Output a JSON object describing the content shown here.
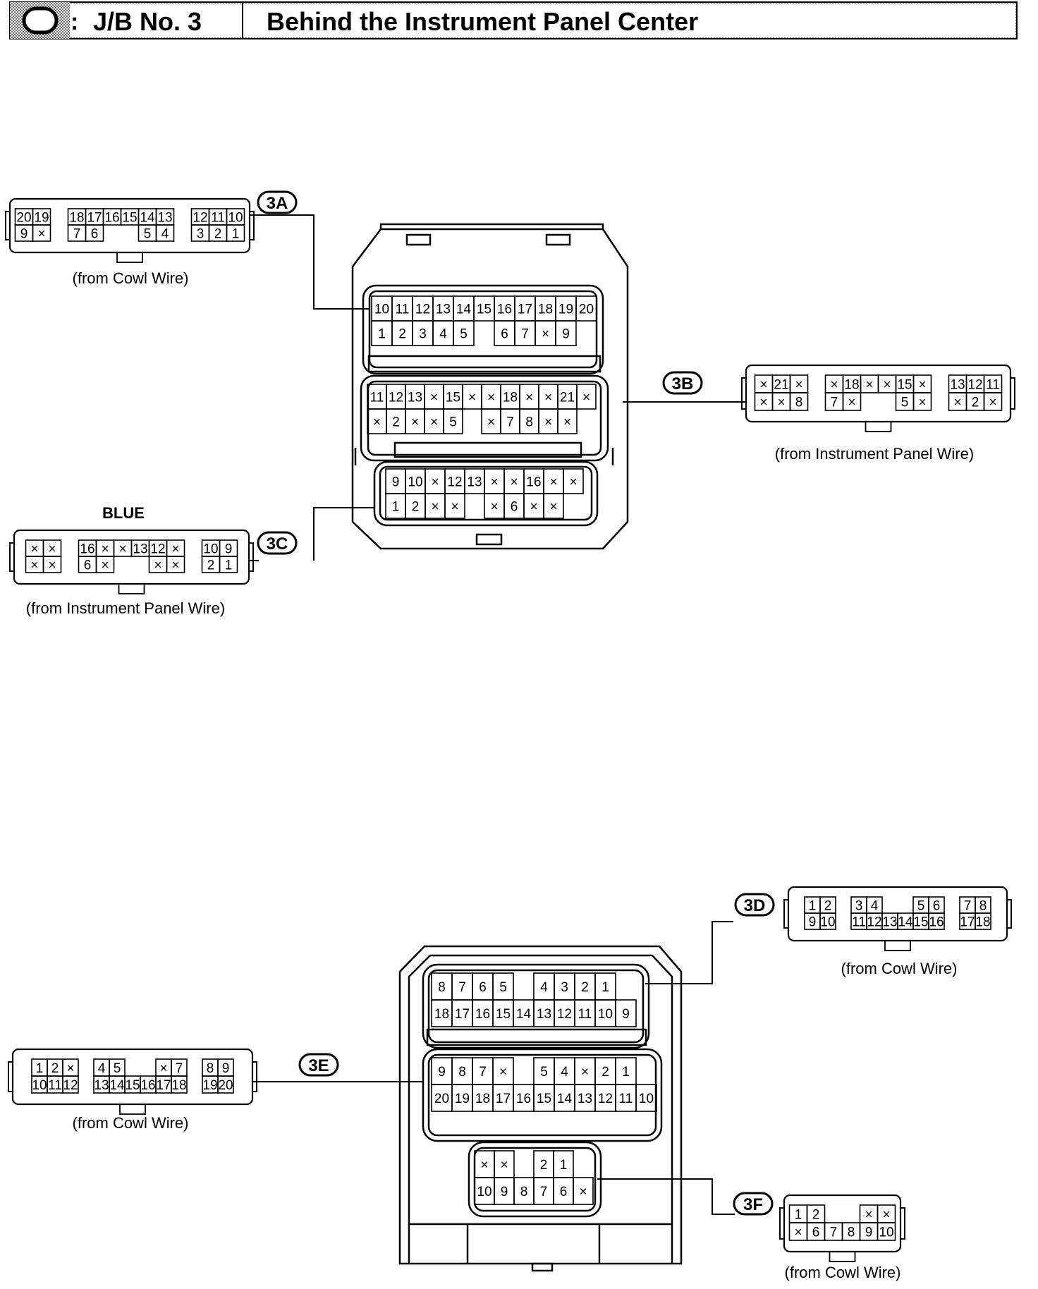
{
  "header": {
    "symbol_sep": ":",
    "jb_label": "J/B No. 3",
    "location": "Behind the Instrument Panel Center"
  },
  "connectors": {
    "c3A": {
      "tag": "3A",
      "source": "(from Cowl Wire)",
      "rows": [
        [
          "20",
          "19",
          "",
          "18",
          "17",
          "16",
          "15",
          "14",
          "13",
          "",
          "12",
          "11",
          "10"
        ],
        [
          "9",
          "×",
          "",
          "7",
          "6",
          "",
          "",
          "5",
          "4",
          "",
          "3",
          "2",
          "1"
        ]
      ]
    },
    "c3B": {
      "tag": "3B",
      "source": "(from Instrument Panel Wire)",
      "rows": [
        [
          "×",
          "21",
          "×",
          "",
          "×",
          "18",
          "×",
          "×",
          "15",
          "×",
          "",
          "13",
          "12",
          "11"
        ],
        [
          "×",
          "×",
          "8",
          "",
          "7",
          "×",
          "",
          "",
          "5",
          "×",
          "",
          "×",
          "2",
          "×"
        ]
      ]
    },
    "c3C": {
      "tag": "3C",
      "color": "BLUE",
      "source": "(from Instrument Panel Wire)",
      "rows": [
        [
          "×",
          "×",
          "",
          "16",
          "×",
          "×",
          "13",
          "12",
          "×",
          "",
          "10",
          "9"
        ],
        [
          "×",
          "×",
          "",
          "6",
          "×",
          "",
          "",
          "×",
          "×",
          "",
          "2",
          "1"
        ]
      ]
    },
    "c3D": {
      "tag": "3D",
      "source": "(from Cowl Wire)",
      "rows": [
        [
          "1",
          "2",
          "",
          "3",
          "4",
          "",
          "",
          "5",
          "6",
          "",
          "7",
          "8"
        ],
        [
          "9",
          "10",
          "",
          "11",
          "12",
          "13",
          "14",
          "15",
          "16",
          "",
          "17",
          "18"
        ]
      ]
    },
    "c3E": {
      "tag": "3E",
      "source": "(from Cowl Wire)",
      "rows": [
        [
          "1",
          "2",
          "×",
          "",
          "4",
          "5",
          "",
          "",
          "×",
          "7",
          "",
          "8",
          "9"
        ],
        [
          "10",
          "11",
          "12",
          "",
          "13",
          "14",
          "15",
          "16",
          "17",
          "18",
          "",
          "19",
          "20"
        ]
      ]
    },
    "c3F": {
      "tag": "3F",
      "source": "(from Cowl Wire)",
      "rows": [
        [
          "1",
          "2",
          "",
          "",
          "×",
          "×"
        ],
        [
          "×",
          "6",
          "7",
          "8",
          "9",
          "10"
        ]
      ]
    }
  },
  "jb_upper": {
    "block_a": [
      [
        "10",
        "11",
        "12",
        "13",
        "14",
        "15",
        "16",
        "17",
        "18",
        "19",
        "20"
      ],
      [
        "1",
        "2",
        "3",
        "4",
        "5",
        "",
        "6",
        "7",
        "×",
        "9"
      ]
    ],
    "block_b": [
      [
        "11",
        "12",
        "13",
        "×",
        "15",
        "×",
        "×",
        "18",
        "×",
        "×",
        "21",
        "×"
      ],
      [
        "×",
        "2",
        "×",
        "×",
        "5",
        "",
        "×",
        "7",
        "8",
        "×",
        "×"
      ]
    ],
    "block_c": [
      [
        "9",
        "10",
        "×",
        "12",
        "13",
        "×",
        "×",
        "16",
        "×",
        "×"
      ],
      [
        "1",
        "2",
        "×",
        "×",
        "",
        "×",
        "6",
        "×",
        "×"
      ]
    ]
  },
  "jb_lower": {
    "block_d": [
      [
        "8",
        "7",
        "6",
        "5",
        "",
        "4",
        "3",
        "2",
        "1"
      ],
      [
        "18",
        "17",
        "16",
        "15",
        "14",
        "13",
        "12",
        "11",
        "10",
        "9"
      ]
    ],
    "block_e": [
      [
        "9",
        "8",
        "7",
        "×",
        "",
        "5",
        "4",
        "×",
        "2",
        "1"
      ],
      [
        "20",
        "19",
        "18",
        "17",
        "16",
        "15",
        "14",
        "13",
        "12",
        "11",
        "10"
      ]
    ],
    "block_f": [
      [
        "×",
        "×",
        "",
        "2",
        "1"
      ],
      [
        "10",
        "9",
        "8",
        "7",
        "6",
        "×"
      ]
    ]
  }
}
